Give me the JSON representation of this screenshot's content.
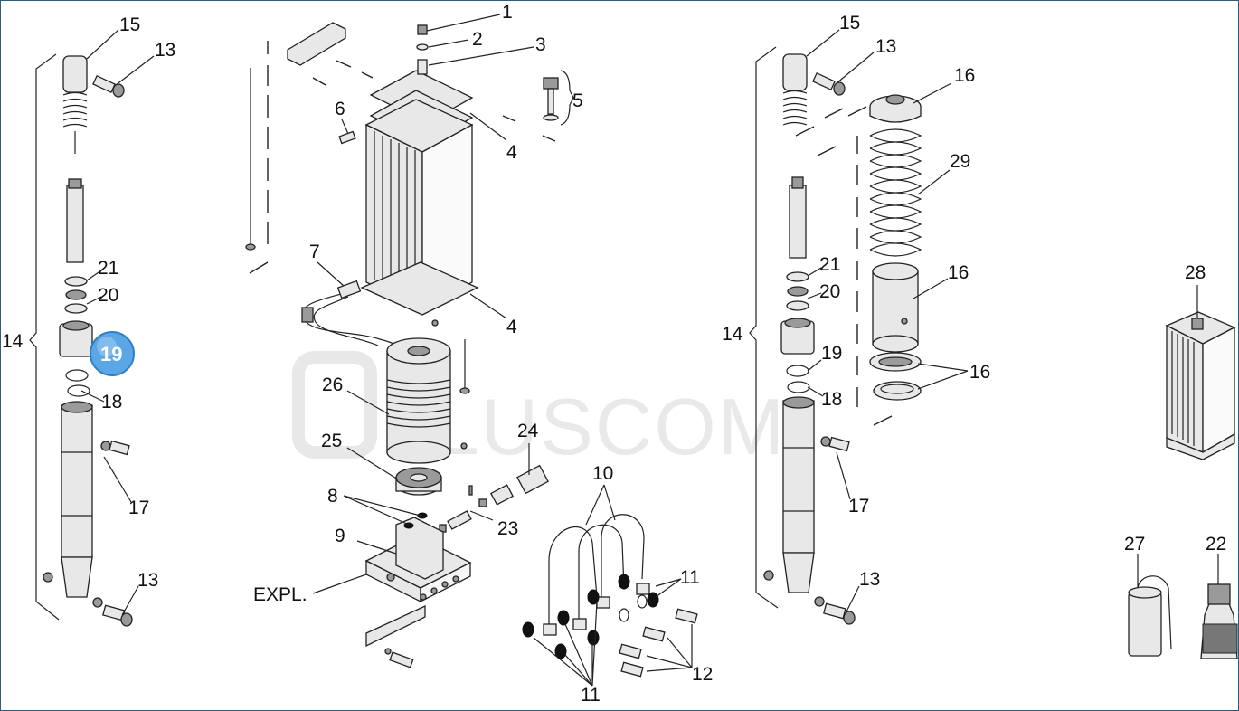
{
  "watermark": "PLUSCOM",
  "highlight_label": "19",
  "labels": {
    "l1": "1",
    "l2": "2",
    "l3": "3",
    "l4a": "4",
    "l4b": "4",
    "l5": "5",
    "l6": "6",
    "l7": "7",
    "l8": "8",
    "l9": "9",
    "l10": "10",
    "l11a": "11",
    "l11b": "11",
    "l12": "12",
    "l13a": "13",
    "l13b": "13",
    "l13c": "13",
    "l13d": "13",
    "l14a": "14",
    "l14b": "14",
    "l15a": "15",
    "l15b": "15",
    "l16a": "16",
    "l16b": "16",
    "l16c": "16",
    "l17a": "17",
    "l17b": "17",
    "l18a": "18",
    "l18b": "18",
    "l19b": "19",
    "l20a": "20",
    "l20b": "20",
    "l21a": "21",
    "l21b": "21",
    "l22": "22",
    "l23": "23",
    "l24": "24",
    "l25": "25",
    "l26": "26",
    "l27": "27",
    "l28": "28",
    "l29": "29",
    "expl": "EXPL."
  }
}
